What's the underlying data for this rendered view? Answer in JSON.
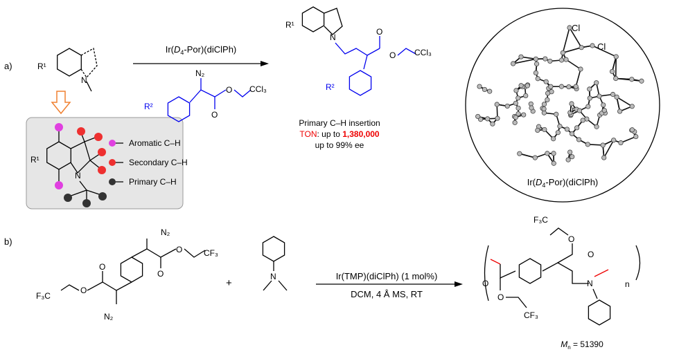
{
  "panel_a": {
    "label": "a)",
    "reactant_r1": "R¹",
    "reactant_n": "N",
    "arrow_label_pre": "Ir(",
    "arrow_label_ital": "D",
    "arrow_label_sub": "4",
    "arrow_label_post": "-Por)(diClPh)",
    "reagent_n2": "N₂",
    "reagent_r2": "R²",
    "reagent_o1": "O",
    "reagent_o2": "O",
    "reagent_ccl3": "CCl₃",
    "product_r1": "R¹",
    "product_n": "N",
    "product_o1": "O",
    "product_o2": "O",
    "product_ccl3": "CCl₃",
    "product_r2": "R²",
    "result_line1": "Primary C–H insertion",
    "result_ton_label": "TON",
    "result_ton_mid": ": up to ",
    "result_ton_value": "1,380,000",
    "result_line3": "up to 99% ee",
    "box_r1": "R¹",
    "box_n": "N",
    "legend": [
      {
        "label": "Aromatic C–H",
        "color": "#e040e0"
      },
      {
        "label": "Secondary C–H",
        "color": "#ee3030"
      },
      {
        "label": "Primary C–H",
        "color": "#333333"
      }
    ],
    "crystal_cl1": "Cl",
    "crystal_cl2": "Cl",
    "crystal_ir": "Ir",
    "crystal_caption_pre": "Ir(",
    "crystal_caption_ital": "D",
    "crystal_caption_sub": "4",
    "crystal_caption_post": "-Por)(diClPh)"
  },
  "panel_b": {
    "label": "b)",
    "monomer_n2_top": "N₂",
    "monomer_n2_bottom": "N₂",
    "monomer_o": [
      "O",
      "O",
      "O",
      "O"
    ],
    "monomer_cf3_right": "CF₃",
    "monomer_f3c_left": "F₃C",
    "plus": "+",
    "amine_n": "N",
    "arrow_top": "Ir(TMP)(diClPh) (1 mol%)",
    "arrow_bottom": "DCM, 4 Å MS, RT",
    "polymer_f3c": "F₃C",
    "polymer_cf3": "CF₃",
    "polymer_o": [
      "O",
      "O",
      "O",
      "O"
    ],
    "polymer_n": "N",
    "polymer_n_sub": "n",
    "mn_label": "M",
    "mn_sub": "n",
    "mn_value": " = 51390"
  },
  "colors": {
    "blue": "#0000ee",
    "red": "#ee0000",
    "green": "#22aa22",
    "orange": "#f08030",
    "box": "#e6e6e6"
  }
}
